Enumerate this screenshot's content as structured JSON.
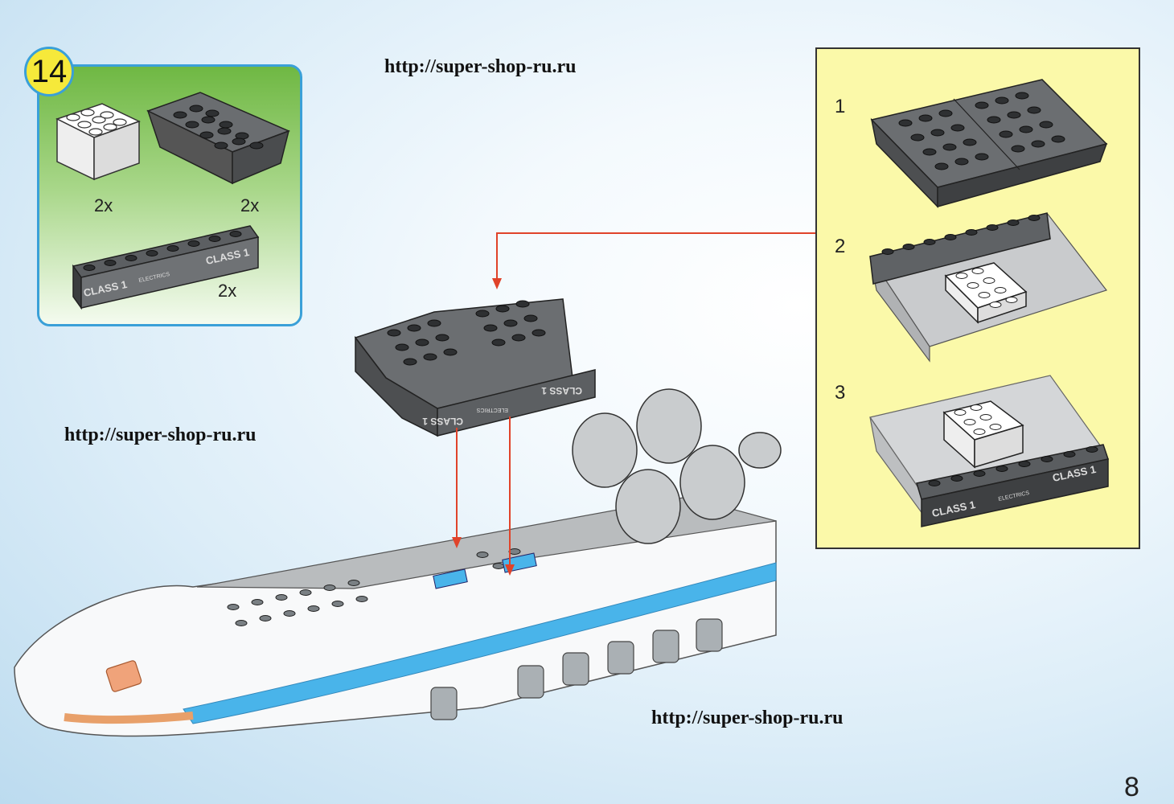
{
  "step": {
    "number": "14"
  },
  "parts": [
    {
      "name": "white-2x4-brick",
      "quantity": "2x"
    },
    {
      "name": "dark-grey-slope-plate",
      "quantity": "2x"
    },
    {
      "name": "class-1-plate",
      "quantity": "2x",
      "labels": [
        "CLASS 1",
        "ELECTRICS",
        "CLASS 1"
      ]
    }
  ],
  "watermarks": [
    "http://super-shop-ru.ru",
    "http://super-shop-ru.ru",
    "http://super-shop-ru.ru"
  ],
  "sub_steps": [
    "1",
    "2",
    "3"
  ],
  "sub_step_labels": {
    "class_left": "CLASS 1",
    "electrics": "ELECTRICS",
    "class_right": "CLASS 1"
  },
  "assembly_labels": {
    "class_left": "CLASS 1",
    "electrics": "ELECTRICS",
    "class_right": "CLASS 1"
  },
  "page_number": "8",
  "colors": {
    "panel_border": "#3aa0d8",
    "badge": "#f6e93a",
    "sub_panel": "#fbf9a9",
    "arrow": "#e0432a",
    "stripe": "#49b4ea"
  }
}
